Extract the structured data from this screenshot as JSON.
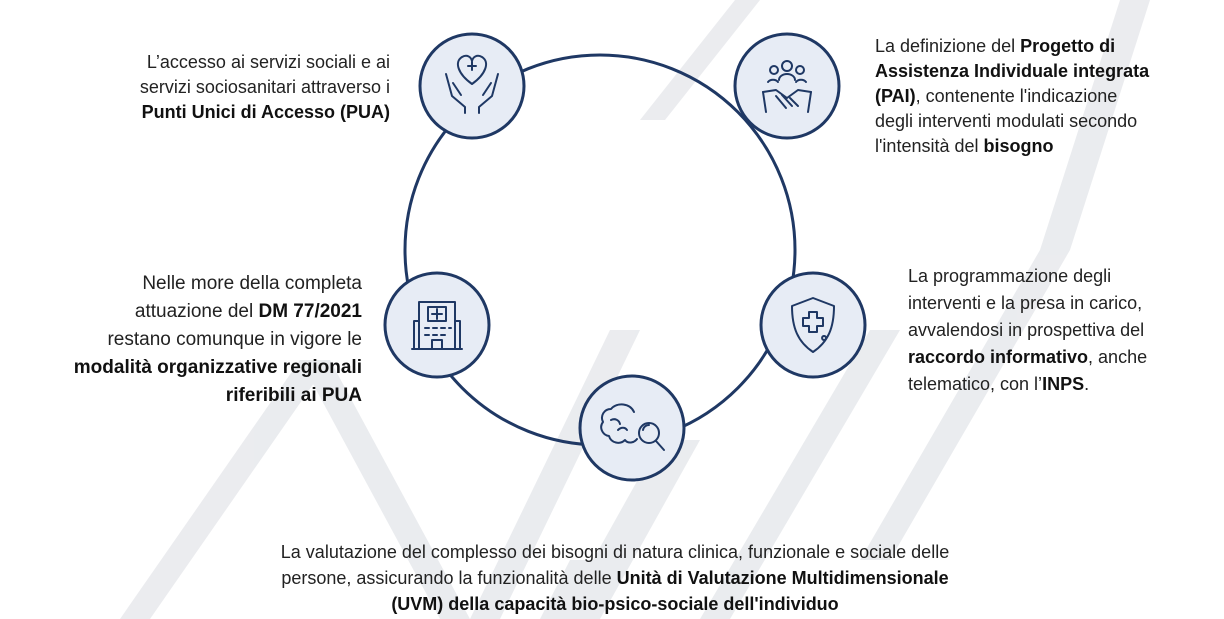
{
  "colors": {
    "ring": "#1f3864",
    "node_fill": "#e7ecf5",
    "icon_stroke": "#1f3864",
    "text": "#222222",
    "watermark": "#e4e6ea"
  },
  "nodes": [
    {
      "id": "access",
      "icon": "hands-heart-icon"
    },
    {
      "id": "pai",
      "icon": "handshake-team-icon"
    },
    {
      "id": "dm",
      "icon": "hospital-icon"
    },
    {
      "id": "program",
      "icon": "shield-cross-icon"
    },
    {
      "id": "uvm",
      "icon": "brain-magnifier-icon"
    }
  ],
  "texts": {
    "access": {
      "l1": "L’accesso ai servizi sociali e ai",
      "l2": "servizi sociosanitari attraverso i",
      "l3_bold": "Punti Unici di Accesso (PUA)"
    },
    "pai": {
      "l1_pre": "La definizione del ",
      "l1_bold": "Progetto di",
      "l2_bold": "Assistenza Individuale integrata",
      "l3_bold": "(PAI)",
      "l3_post": ", contenente l'indicazione",
      "l4": "degli interventi modulati secondo",
      "l5_pre": "l'intensità del ",
      "l5_bold": "bisogno"
    },
    "dm": {
      "l1": "Nelle more della completa",
      "l2_pre": "attuazione del ",
      "l2_bold": "DM 77/2021",
      "l3": "restano comunque in vigore le",
      "l4_bold": "modalità organizzative regionali",
      "l5_bold": "riferibili ai PUA"
    },
    "program": {
      "l1": "La programmazione degli",
      "l2": "interventi e la presa in carico,",
      "l3": "avvalendosi in prospettiva del",
      "l4_bold": "raccordo informativo",
      "l4_post": ", anche",
      "l5_pre": "telematico, con l’",
      "l5_bold": "INPS",
      "l5_post": "."
    },
    "uvm": {
      "l1": "La valutazione del complesso dei bisogni di natura clinica, funzionale e sociale delle",
      "l2_pre": "persone, assicurando la funzionalità delle ",
      "l2_bold": "Unità di Valutazione Multidimensionale",
      "l3_bold": "(UVM) della capacità bio-psico-sociale dell'individuo"
    }
  }
}
